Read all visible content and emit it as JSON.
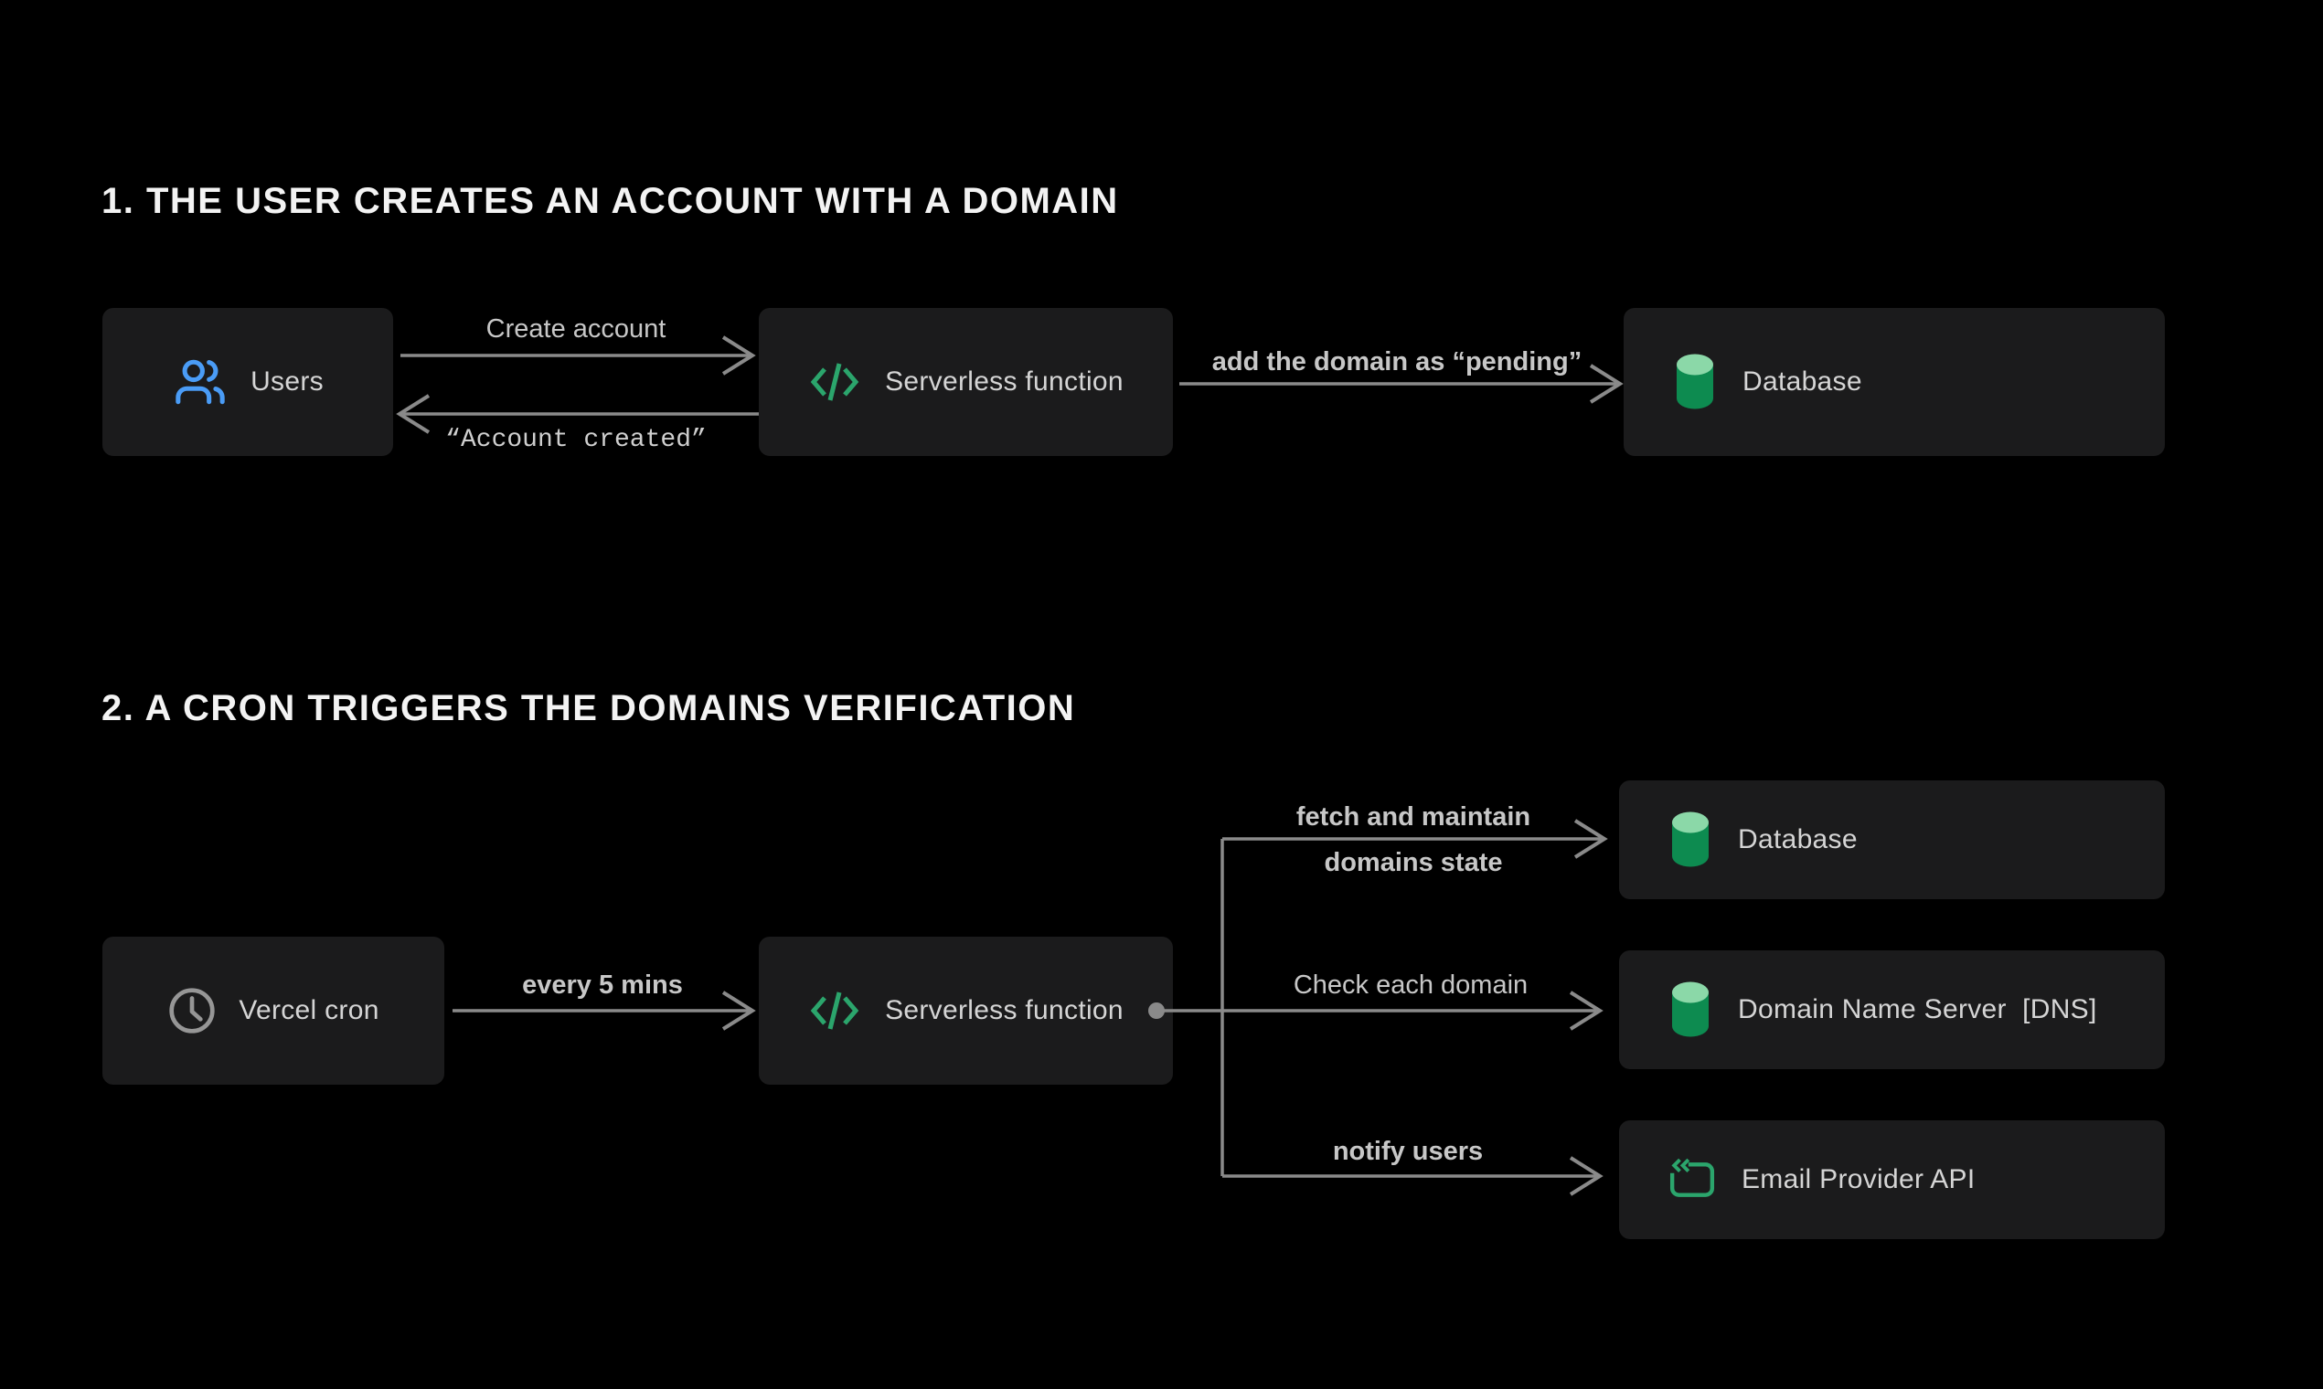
{
  "colors": {
    "background": "#000000",
    "box-bg": "#1b1b1c",
    "box-text": "#d5d5d5",
    "title-text": "#f3f3f3",
    "line": "#8a8a8a",
    "label-text": "#c7c7c7",
    "blue": "#4a9cf6",
    "green": "#2ba56c",
    "db-top": "#8bd8a8",
    "db-body": "#0d8b50",
    "clock": "#969696"
  },
  "section1": {
    "title": "1. THE USER CREATES AN ACCOUNT WITH A DOMAIN",
    "nodes": {
      "users": "Users",
      "serverless": "Serverless function",
      "database": "Database"
    },
    "arrows": {
      "create_account": "Create account",
      "account_created": "“Account created”",
      "add_domain": "add the domain as “pending”"
    },
    "icons": {
      "users": "users-icon",
      "serverless": "code-icon",
      "database": "database-cylinder-icon"
    }
  },
  "section2": {
    "title": "2. A CRON TRIGGERS THE DOMAINS VERIFICATION",
    "nodes": {
      "cron": "Vercel cron",
      "serverless": "Serverless function",
      "database": "Database",
      "dns": "Domain Name Server  [DNS]",
      "email": "Email Provider API"
    },
    "arrows": {
      "every_5_mins": "every 5 mins",
      "fetch_line1": "fetch and maintain",
      "fetch_line2": "domains state",
      "check_domain": "Check each domain",
      "notify_users": "notify users"
    },
    "icons": {
      "cron": "clock-icon",
      "serverless": "code-icon",
      "database": "database-cylinder-icon",
      "dns": "database-cylinder-icon",
      "email": "api-square-icon"
    }
  }
}
